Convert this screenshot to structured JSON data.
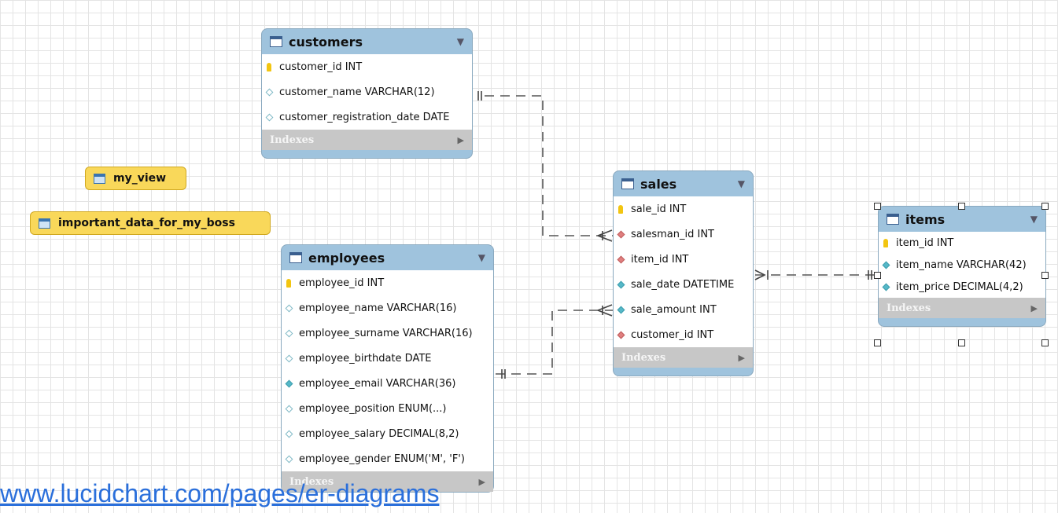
{
  "tables": {
    "customers": {
      "name": "customers",
      "columns": [
        {
          "text": "customer_id INT",
          "marker": "key"
        },
        {
          "text": "customer_name VARCHAR(12)",
          "marker": "open"
        },
        {
          "text": "customer_registration_date DATE",
          "marker": "open"
        }
      ],
      "indexes_label": "Indexes"
    },
    "sales": {
      "name": "sales",
      "columns": [
        {
          "text": "sale_id INT",
          "marker": "key"
        },
        {
          "text": "salesman_id INT",
          "marker": "fk"
        },
        {
          "text": "item_id INT",
          "marker": "fk"
        },
        {
          "text": "sale_date DATETIME",
          "marker": "fill"
        },
        {
          "text": "sale_amount INT",
          "marker": "fill"
        },
        {
          "text": "customer_id INT",
          "marker": "fk"
        }
      ],
      "indexes_label": "Indexes"
    },
    "employees": {
      "name": "employees",
      "columns": [
        {
          "text": "employee_id INT",
          "marker": "key"
        },
        {
          "text": "employee_name VARCHAR(16)",
          "marker": "open"
        },
        {
          "text": "employee_surname VARCHAR(16)",
          "marker": "open"
        },
        {
          "text": "employee_birthdate DATE",
          "marker": "open"
        },
        {
          "text": "employee_email VARCHAR(36)",
          "marker": "fill"
        },
        {
          "text": "employee_position ENUM(...)",
          "marker": "open"
        },
        {
          "text": "employee_salary DECIMAL(8,2)",
          "marker": "open"
        },
        {
          "text": "employee_gender ENUM('M', 'F')",
          "marker": "open"
        }
      ],
      "indexes_label": "Indexes"
    },
    "items": {
      "name": "items",
      "columns": [
        {
          "text": "item_id INT",
          "marker": "key"
        },
        {
          "text": "item_name VARCHAR(42)",
          "marker": "fill"
        },
        {
          "text": "item_price DECIMAL(4,2)",
          "marker": "fill"
        }
      ],
      "indexes_label": "Indexes"
    }
  },
  "views": {
    "my_view": "my_view",
    "important": "important_data_for_my_boss"
  },
  "url_text": "www.lucidchart.com/pages/er-diagrams",
  "colors": {
    "table_header": "#9fc3dd",
    "view_fill": "#f9d85a",
    "indexes_bar": "#c7c7c7",
    "link": "#2a6fdb",
    "grid": "#e4e4e4"
  }
}
